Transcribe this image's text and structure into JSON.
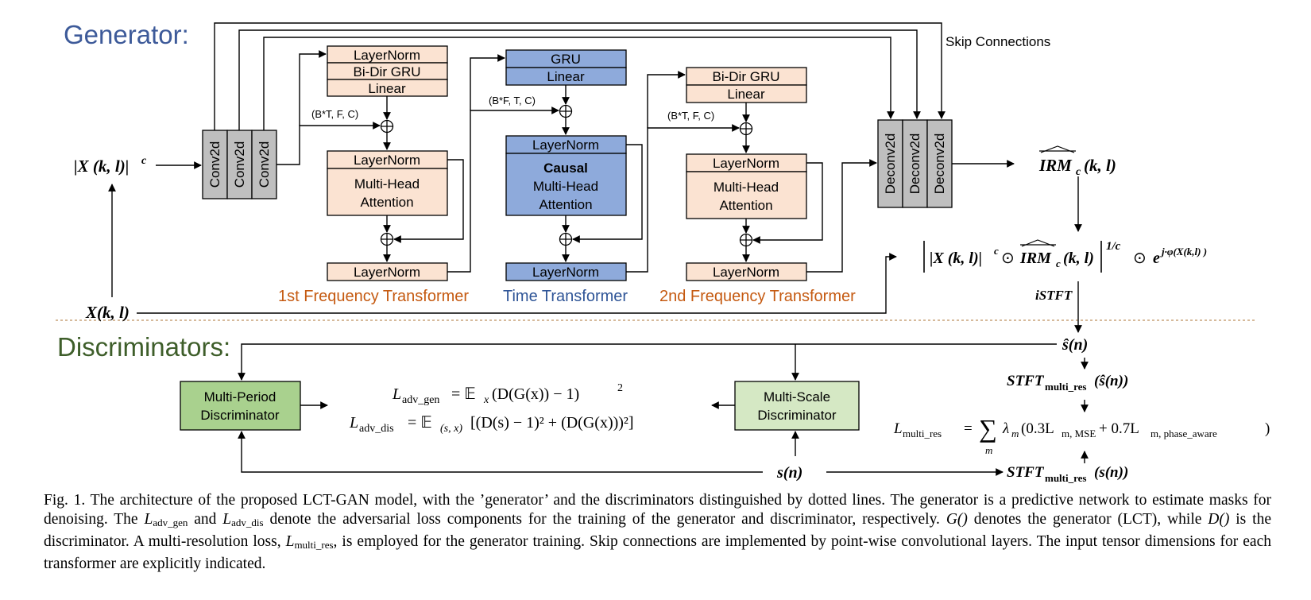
{
  "generator": {
    "title": "Generator:",
    "skip_label": "Skip Connections",
    "input_mag": "|X (k, l)|",
    "input_mag_exp": "c",
    "input_complex": "X(k, l)",
    "conv_blocks": [
      "Conv2d",
      "Conv2d",
      "Conv2d"
    ],
    "deconv_blocks": [
      "Deconv2d",
      "Deconv2d",
      "Deconv2d"
    ],
    "freq1": {
      "label": "1st Frequency Transformer",
      "dims": "(B*T, F, C)",
      "top_blocks": [
        "LayerNorm",
        "Bi-Dir GRU",
        "Linear"
      ],
      "mha_norm": "LayerNorm",
      "mha_lines": [
        "Multi-Head",
        "Attention"
      ],
      "out_norm": "LayerNorm"
    },
    "time": {
      "label": "Time Transformer",
      "dims": "(B*F, T, C)",
      "top_blocks": [
        "GRU",
        "Linear"
      ],
      "mha_norm": "LayerNorm",
      "mha_bold": "Causal",
      "mha_lines": [
        "Multi-Head",
        "Attention"
      ],
      "out_norm": "LayerNorm"
    },
    "freq2": {
      "label": "2nd Frequency Transformer",
      "dims": "(B*T, F, C)",
      "top_blocks": [
        "Bi-Dir GRU",
        "Linear"
      ],
      "mha_norm": "LayerNorm",
      "mha_lines": [
        "Multi-Head",
        "Attention"
      ],
      "out_norm": "LayerNorm"
    },
    "mask_output": "IRM",
    "mask_sub": "c",
    "mask_args": "(k, l)",
    "reconstruction": {
      "part1": "|X (k, l)|",
      "part1_exp": "c",
      "odot": "⊙",
      "part2": "IRM",
      "part2_sub": "c",
      "part2_args": "(k, l)",
      "outer_exp": "1/c",
      "part3": "e",
      "part3_exp": "j·φ(X(k,l) )"
    },
    "istft": "iSTFT"
  },
  "discriminators": {
    "title": "Discriminators:",
    "mpd_lines": [
      "Multi-Period",
      "Discriminator"
    ],
    "msd_lines": [
      "Multi-Scale",
      "Discriminator"
    ],
    "s_hat": "ŝ(n)",
    "s": "s(n)",
    "stft_hat_main": "STFT",
    "stft_hat_sub": "multi_res",
    "stft_hat_arg": "(ŝ(n))",
    "stft_main": "STFT",
    "stft_sub": "multi_res",
    "stft_arg": "(s(n))",
    "loss_gen_lhs": "L",
    "loss_gen_sub": "adv_gen",
    "loss_gen_rhs": "= 𝔼",
    "loss_gen_rhs_sub": "x",
    "loss_gen_tail": "(D(G(x)) − 1)",
    "loss_gen_exp": "2",
    "loss_dis_lhs": "L",
    "loss_dis_sub": "adv_dis",
    "loss_dis_rhs": "= 𝔼",
    "loss_dis_rhs_sub": "(s, x)",
    "loss_dis_tail": "[(D(s) − 1)² + (D(G(x)))²]",
    "loss_multi_lhs": "L",
    "loss_multi_sub": "multi_res",
    "loss_multi_eq": "=",
    "loss_multi_sum": "∑",
    "loss_multi_sum_sub": "m",
    "loss_multi_body": "λ",
    "loss_multi_body_sub": "m",
    "loss_multi_tail": "(0.3L",
    "loss_multi_tail_sub1": "m, MSE",
    "loss_multi_tail_mid": " + 0.7L",
    "loss_multi_tail_sub2": "m, phase_aware",
    "loss_multi_close": ")"
  },
  "caption": {
    "part1": "Fig. 1.  The architecture of the proposed LCT-GAN model, with the ’generator’ and the discriminators distinguished by dotted lines. The generator is a predictive network to estimate masks for denoising. The ",
    "l_gen": "L",
    "l_gen_sub": "adv_gen",
    "and": " and ",
    "l_dis": "L",
    "l_dis_sub": "adv_dis",
    "part2": " denote the adversarial loss components for the training of the generator and discriminator, respectively. ",
    "g": "G()",
    "part3": " denotes the generator (LCT), while ",
    "d": "D()",
    "part4": " is the discriminator. A multi-resolution loss, ",
    "l_multi": "L",
    "l_multi_sub": "multi_res",
    "part5": ", is employed for the generator training. Skip connections are implemented by point-wise convolutional layers. The input tensor dimensions for each transformer are explicitly indicated."
  },
  "colors": {
    "generator_title": "#3d5a99",
    "discriminator_title": "#3e5e2a",
    "freq_fill": "#fbe3d2",
    "time_fill": "#8eaadb",
    "conv_fill": "#bfbfbf",
    "disc_fill": "#a9d18e",
    "msd_fill": "#d5e8c4",
    "freq_label": "#c55a11",
    "time_label": "#2f5597",
    "divider": "#c9a37a"
  }
}
